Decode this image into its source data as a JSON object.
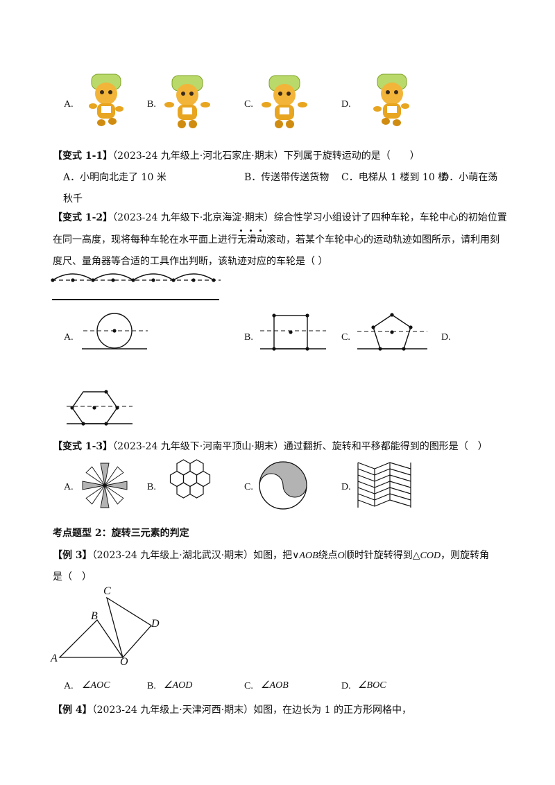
{
  "options": [
    "A.",
    "B.",
    "C.",
    "D."
  ],
  "variant_1_1": {
    "prefix": "【变式 1-1】",
    "text": "（2023-24 九年级上·河北石家庄·期末）下列属于旋转运动的是（　　）",
    "choices": [
      "A．小明向北走了 10 米",
      "B．传送带传送货物",
      "C．电梯从 1 楼到 10 楼",
      "D．小萌在荡"
    ],
    "cont": "秋千"
  },
  "variant_1_2": {
    "prefix": "【变式 1-2】",
    "line1": "（2023-24 九年级下·北京海淀·期末）综合性学习小组设计了四种车轮，车轮中心的初始位置",
    "line2_a": "在同一高度，现将每种车轮在水平面上进行",
    "line2_em": "无滑动",
    "line2_b": "滚动，若某个车轮中心的运动轨迹如图所示，请利用刻",
    "line3": "度尺、量角器等合适的工具作出判断，该轨迹对应的车轮是（  ）"
  },
  "variant_1_3": {
    "prefix": "【变式 1-3】",
    "text": "（2023-24 九年级下·河南平顶山·期末）通过翻折、旋转和平移都能得到的图形是（　）"
  },
  "section_title": "考点题型 2：旋转三元素的判定",
  "example_3": {
    "prefix": "【例 3】",
    "text_a": "（2023-24 九年级上·湖北武汉·期末）如图，把",
    "sym_a": "∨",
    "aob": "AOB",
    "text_b": "绕点",
    "o": "O",
    "text_c": "顺时针旋转得到",
    "sym_b": "△",
    "cod": "COD",
    "text_d": "，则旋转角",
    "line2": "是（　）",
    "labels": {
      "A": "A",
      "B": "B",
      "C": "C",
      "D": "D",
      "O": "O"
    },
    "choices": [
      "∠AOC",
      "∠AOD",
      "∠AOB",
      "∠BOC"
    ]
  },
  "example_4": {
    "prefix": "【例 4】",
    "text": "（2023-24 九年级上·天津河西·期末）如图，在边长为 1 的正方形网格中，"
  },
  "colors": {
    "text": "#111111",
    "shade": "#b3b3b3",
    "mascot_gold": "#f2b53a",
    "mascot_green": "#b9d96a"
  },
  "icons": [
    "mascot-image",
    "pinwheel-icon",
    "hexagon-grid-icon",
    "yin-yang-icon",
    "zigzag-pattern-icon"
  ]
}
